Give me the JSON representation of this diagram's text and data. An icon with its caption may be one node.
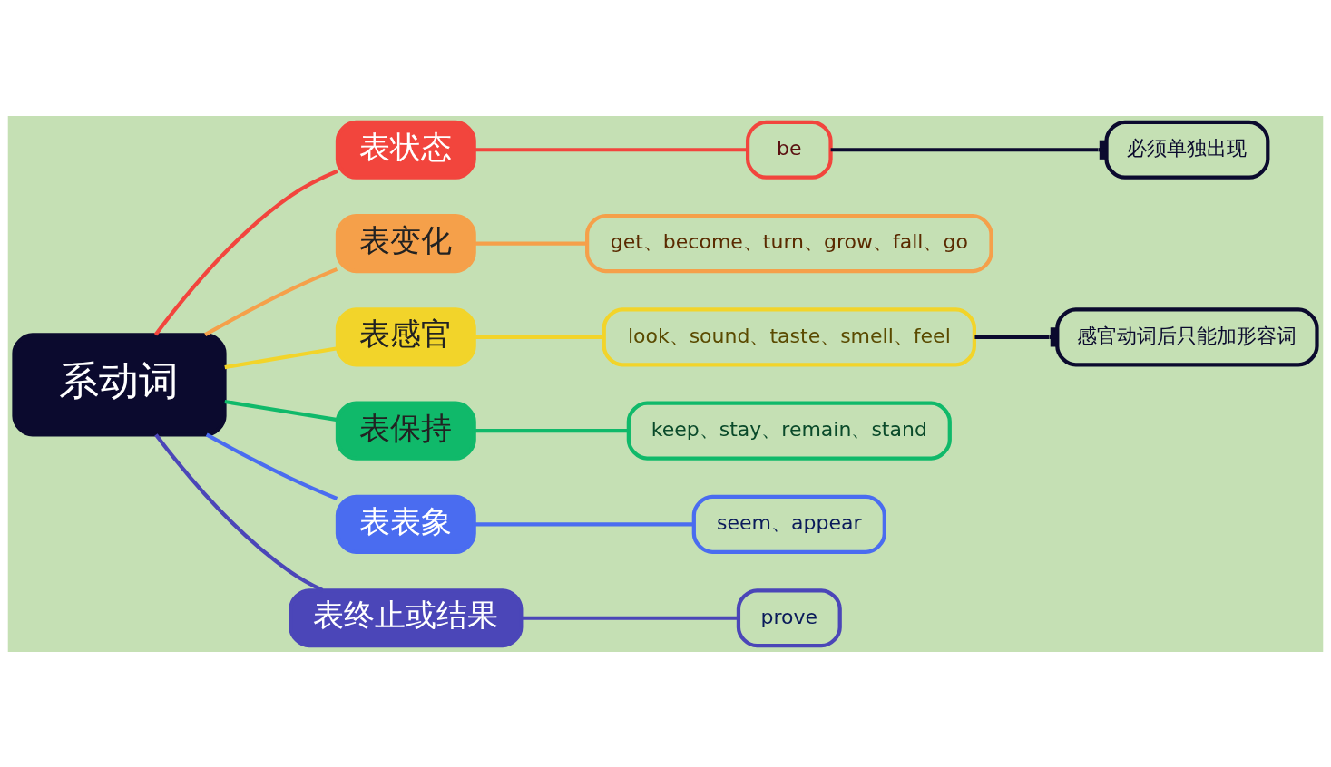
{
  "diagram": {
    "nodes": [
      {
        "text": [
          "系动词"
        ]
      },
      {
        "text": [
          "表状态"
        ]
      },
      {
        "text": [
          "be"
        ]
      },
      {
        "text": [
          "必须单独出现"
        ]
      },
      {
        "text": [
          "表变化"
        ]
      },
      {
        "text": [
          "get、become、turn、grow、fall、go"
        ]
      },
      {
        "text": [
          "表感官"
        ]
      },
      {
        "text": [
          "look、sound、taste、smell、feel"
        ]
      },
      {
        "text": [
          "感官动词后只能加形容词"
        ]
      },
      {
        "text": [
          "表保持"
        ]
      },
      {
        "text": [
          "keep、stay、remain、stand"
        ]
      },
      {
        "text": [
          "表表象"
        ]
      },
      {
        "text": [
          "seem、appear"
        ]
      },
      {
        "text": [
          "表终止或结果"
        ]
      },
      {
        "text": [
          "prove"
        ]
      }
    ],
    "edges": [
      {
        "from": 0,
        "to": 1,
        "arrow": "none",
        "color": "#f2453d"
      },
      {
        "from": 1,
        "to": 2,
        "arrow": "none",
        "color": "#f2453d"
      },
      {
        "from": 2,
        "to": 3,
        "arrow": "other",
        "color": "#0b0a2e"
      },
      {
        "from": 0,
        "to": 4,
        "arrow": "none",
        "color": "#f5a04a"
      },
      {
        "from": 4,
        "to": 5,
        "arrow": "none",
        "color": "#f5a04a"
      },
      {
        "from": 0,
        "to": 6,
        "arrow": "none",
        "color": "#f2d42a"
      },
      {
        "from": 6,
        "to": 7,
        "arrow": "none",
        "color": "#f2d42a"
      },
      {
        "from": 7,
        "to": 8,
        "arrow": "other",
        "color": "#0b0a2e"
      },
      {
        "from": 0,
        "to": 9,
        "arrow": "none",
        "color": "#10b96a"
      },
      {
        "from": 9,
        "to": 10,
        "arrow": "none",
        "color": "#10b96a"
      },
      {
        "from": 0,
        "to": 11,
        "arrow": "none",
        "color": "#4a6cf0"
      },
      {
        "from": 11,
        "to": 12,
        "arrow": "none",
        "color": "#4a6cf0"
      },
      {
        "from": 0,
        "to": 13,
        "arrow": "none",
        "color": "#4b46b8"
      },
      {
        "from": 13,
        "to": 14,
        "arrow": "none",
        "color": "#4b46b8"
      }
    ]
  }
}
